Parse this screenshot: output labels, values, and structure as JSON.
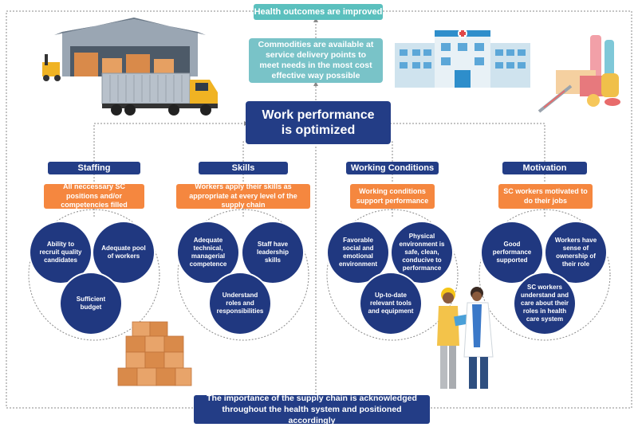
{
  "top_outcome": "Health outcomes are improved",
  "commodities": "Commodities are available at service delivery points to meet needs in the most cost effective way possible",
  "work_performance": "Work performance is optimized",
  "bottom_banner": "The importance of the supply chain is acknowledged throughout the health system and positioned accordingly",
  "colors": {
    "navy": "#233d86",
    "circle": "#203880",
    "orange": "#f5873f",
    "teal": "#5bc0be",
    "light_teal": "#79c3c8"
  },
  "pillars": [
    {
      "header": "Staffing",
      "goal": "All neccessary SC positions and/or competencies filled",
      "circles": [
        "Ability to recruit quality candidates",
        "Adequate pool of workers",
        "Sufficient budget"
      ]
    },
    {
      "header": "Skills",
      "goal": "Workers apply their skills as appropriate at every level of the supply chain",
      "circles": [
        "Adequate technical, managerial competence",
        "Staff have leadership skills",
        "Understand roles and responsibilities"
      ]
    },
    {
      "header": "Working Conditions",
      "goal": "Working conditions support performance",
      "circles": [
        "Favorable social and emotional environment",
        "Physical environment is safe, clean, conducive to performance",
        "Up-to-date relevant tools and equipment"
      ]
    },
    {
      "header": "Motivation",
      "goal": "SC workers motivated to do their jobs",
      "circles": [
        "Good performance supported",
        "Workers have sense of ownership of their role",
        "SC workers understand and care about their roles in health care system"
      ]
    }
  ],
  "illustrations": [
    "warehouse-truck-illustration",
    "hospital-illustration",
    "medicine-illustration",
    "boxes-illustration",
    "health-workers-illustration"
  ]
}
